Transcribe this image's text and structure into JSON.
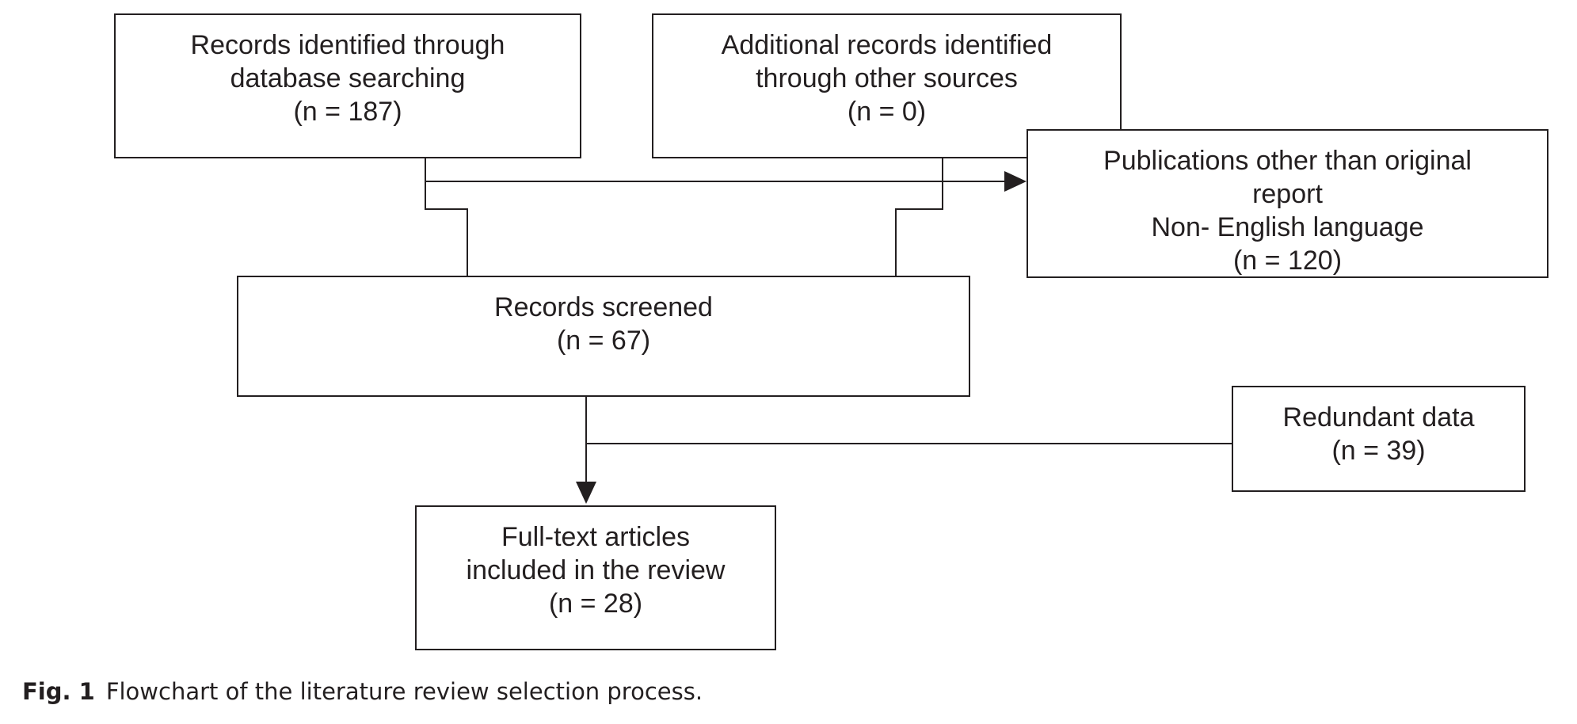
{
  "diagram": {
    "type": "flowchart",
    "colors": {
      "line": "#231f20",
      "box_fill": "#ffffff",
      "text": "#231f20"
    },
    "nodes": {
      "records_db": {
        "lines": [
          "Records identified through",
          "database searching",
          "(n = 187)"
        ]
      },
      "additional": {
        "lines": [
          "Additional records identified",
          "through other sources",
          "(n = 0)"
        ]
      },
      "excluded": {
        "lines": [
          "Publications other than original",
          "report",
          "Non- English language",
          "(n = 120)"
        ]
      },
      "screened": {
        "lines": [
          "Records screened",
          "(n = 67)"
        ]
      },
      "redundant": {
        "lines": [
          "Redundant data",
          "(n = 39)"
        ]
      },
      "included": {
        "lines": [
          "Full-text articles",
          "included in the review",
          "(n = 28)"
        ]
      }
    },
    "edges": [
      {
        "from": "records_db",
        "to": "excluded",
        "arrow": true
      },
      {
        "from": "additional",
        "to": "excluded",
        "arrow": true
      },
      {
        "from": "records_db",
        "to": "screened",
        "arrow": false
      },
      {
        "from": "additional",
        "to": "screened",
        "arrow": false
      },
      {
        "from": "screened",
        "to": "included",
        "arrow": true
      },
      {
        "from": "redundant",
        "to": "included",
        "arrow": false
      }
    ]
  },
  "caption": {
    "label": "Fig. 1",
    "text": "Flowchart of the literature review selection process."
  }
}
